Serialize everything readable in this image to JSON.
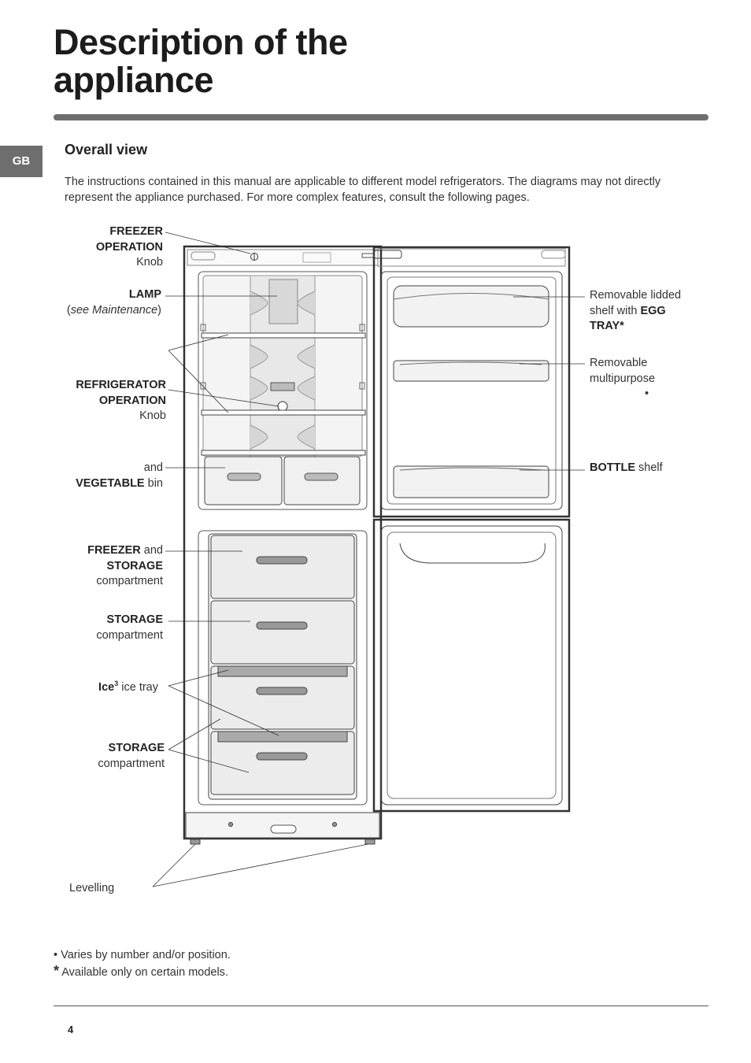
{
  "page": {
    "title_line1": "Description of the",
    "title_line2": "appliance",
    "lang_tab": "GB",
    "section_title": "Overall view",
    "intro": "The instructions contained in this manual are applicable to different model refrigerators. The diagrams may not directly represent the appliance purchased. For more complex features, consult the following pages.",
    "page_number": "4"
  },
  "labels": {
    "freezer_operation": {
      "l1": "FREEZER",
      "l2": "OPERATION",
      "l3": "Knob"
    },
    "lamp": {
      "l1": "LAMP",
      "l2_open": "(",
      "l2_em": "see Maintenance",
      "l2_close": ")"
    },
    "refrigerator_operation": {
      "l1": "REFRIGERATOR",
      "l2": "OPERATION",
      "l3": "Knob"
    },
    "vegetable": {
      "l1": "and",
      "l2_bold": "VEGETABLE",
      "l2_rest": " bin"
    },
    "freezer_storage": {
      "l1_bold": "FREEZER",
      "l1_rest": " and",
      "l2": "STORAGE",
      "l3": "compartment"
    },
    "storage1": {
      "l1": "STORAGE",
      "l2": "compartment"
    },
    "ice": {
      "bold": "Ice",
      "sup": "3",
      "rest": " ice tray"
    },
    "storage2": {
      "l1": "STORAGE",
      "l2": "compartment"
    },
    "levelling": "Levelling",
    "egg": {
      "l1": "Removable lidded",
      "l2_rest": "shelf with ",
      "l2_bold": "EGG",
      "l3": "TRAY*"
    },
    "multipurpose": {
      "l1": "Removable",
      "l2": "multipurpose",
      "l3": "•"
    },
    "bottle": {
      "bold": "BOTTLE",
      "rest": " shelf"
    }
  },
  "footnotes": {
    "bullet_sym": "•",
    "bullet_text": " Varies by number and/or position.",
    "star_sym": "*",
    "star_text": " Available only on certain models."
  }
}
